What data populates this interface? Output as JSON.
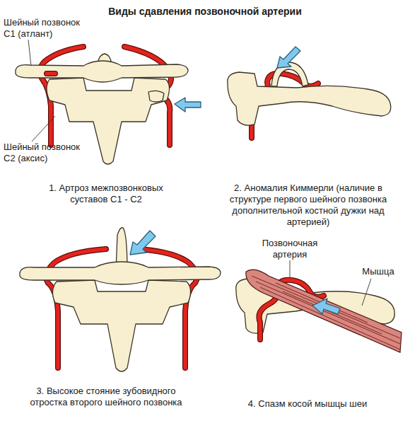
{
  "diagram": {
    "title": "Виды сдавления позвоночной артерии",
    "labels": [
      "Шейный позвонок С1 (атлант)",
      "Шейный позвонок С2 (аксис)",
      "1. Артроз межпозвонковых суставов С1 - С2",
      "2. Аномалия Киммерли (наличие в структуре первого шейного позвонка дополнительной костной дужки над артерией)",
      "Позвоночная артерия",
      "Мышца",
      "3. Высокое стояние зубовидного отростка второго шейного позвонка",
      "4. Спазм косой мышцы шеи"
    ]
  }
}
